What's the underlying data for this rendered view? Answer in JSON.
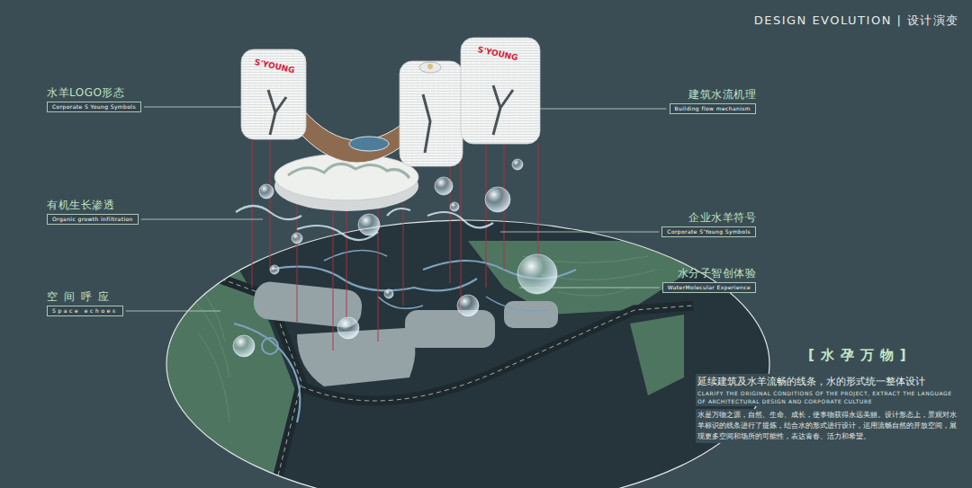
{
  "diagram": {
    "title": "DESIGN EVOLUTION | 设计演变",
    "nodes": [
      {
        "text": [
          "水羊LOGO形态",
          "Corporate S Young Symbols"
        ]
      },
      {
        "text": [
          "有机生长渗透",
          "Organic growth infiltration"
        ]
      },
      {
        "text": [
          "空间呼应",
          "Space echoes"
        ]
      },
      {
        "text": [
          "建筑水流机理",
          "Building flow mechanism"
        ]
      },
      {
        "text": [
          "企业水羊符号",
          "Corporate S'Young Symbols"
        ]
      },
      {
        "text": [
          "水分子智创体验",
          "WaterMolecular Experience"
        ]
      }
    ],
    "labels": [
      "S'YOUNG",
      "S'YOUNG",
      "[水孕万物]",
      "延续建筑及水羊流畅的线条，水的形式统一整体设计",
      "CLARIFY THE ORIGINAL CONDITIONS OF THE PROJECT, EXTRACT THE LANGUAGE OF ARCHITECTURAL DESIGN AND CORPORATE CULTURE",
      "水是万物之源，自然、生命、成长，使事物获得永远美丽。设计形态上，景观对水羊标识的线条进行了提炼，结合水的形式进行设计，运用流畅自然的开放空间，展现更多空间和场所的可能性，表达青春、活力和希望。"
    ]
  }
}
